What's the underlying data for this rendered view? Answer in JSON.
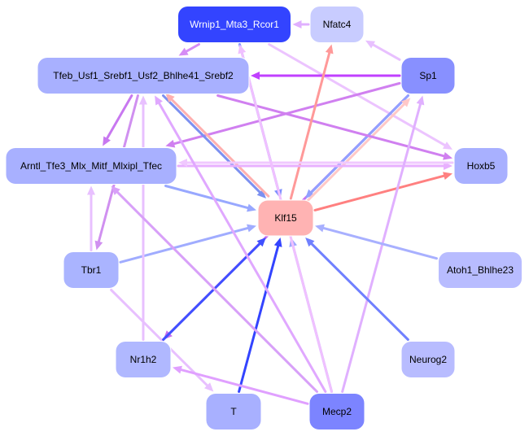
{
  "nodes": [
    {
      "id": "wrnip1",
      "label": "Wrnip1_Mta3_Rcor1",
      "fill": "#3344ff",
      "text": "#ffffff"
    },
    {
      "id": "nfatc4",
      "label": "Nfatc4",
      "fill": "#c8ccff",
      "text": "#000000"
    },
    {
      "id": "tfeb",
      "label": "Tfeb_Usf1_Srebf1_Usf2_Bhlhe41_Srebf2",
      "fill": "#a8b0ff",
      "text": "#000000"
    },
    {
      "id": "sp1",
      "label": "Sp1",
      "fill": "#8890ff",
      "text": "#000000"
    },
    {
      "id": "arntl",
      "label": "Arntl_Tfe3_Mlx_Mitf_Mlxipl_Tfec",
      "fill": "#a8b0ff",
      "text": "#000000"
    },
    {
      "id": "hoxb5",
      "label": "Hoxb5",
      "fill": "#a8b0ff",
      "text": "#000000"
    },
    {
      "id": "klf15",
      "label": "Klf15",
      "fill": "#ffb3b3",
      "text": "#000000"
    },
    {
      "id": "tbr1",
      "label": "Tbr1",
      "fill": "#aab4ff",
      "text": "#000000"
    },
    {
      "id": "atoh1",
      "label": "Atoh1_Bhlhe23",
      "fill": "#b8bcff",
      "text": "#000000"
    },
    {
      "id": "nr1h2",
      "label": "Nr1h2",
      "fill": "#b0b8ff",
      "text": "#000000"
    },
    {
      "id": "neurog2",
      "label": "Neurog2",
      "fill": "#b8bcff",
      "text": "#000000"
    },
    {
      "id": "t",
      "label": "T",
      "fill": "#a8b0ff",
      "text": "#000000"
    },
    {
      "id": "mecp2",
      "label": "Mecp2",
      "fill": "#7c84ff",
      "text": "#000000"
    }
  ],
  "edges": [
    {
      "from": "wrnip1",
      "to": "tfeb",
      "color": "#d58cf5"
    },
    {
      "from": "wrnip1",
      "to": "klf15",
      "color": "#8090ff"
    },
    {
      "from": "wrnip1",
      "to": "hoxb5",
      "color": "#ecc4ff"
    },
    {
      "from": "nfatc4",
      "to": "wrnip1",
      "color": "#e0b0ff"
    },
    {
      "from": "sp1",
      "to": "nfatc4",
      "color": "#e8c0ff"
    },
    {
      "from": "sp1",
      "to": "tfeb",
      "color": "#c040ff"
    },
    {
      "from": "sp1",
      "to": "arntl",
      "color": "#d080f0"
    },
    {
      "from": "sp1",
      "to": "nr1h2",
      "color": "#c870f0"
    },
    {
      "from": "sp1",
      "to": "klf15",
      "color": "#90a0ff"
    },
    {
      "from": "klf15",
      "to": "sp1",
      "color": "#ffc8c8"
    },
    {
      "from": "tfeb",
      "to": "arntl",
      "color": "#c878f0"
    },
    {
      "from": "tfeb",
      "to": "hoxb5",
      "color": "#d080f0"
    },
    {
      "from": "tfeb",
      "to": "klf15",
      "color": "#7c90f0"
    },
    {
      "from": "klf15",
      "to": "tfeb",
      "color": "#ffb0b0"
    },
    {
      "from": "tfeb",
      "to": "tbr1",
      "color": "#d090f0"
    },
    {
      "from": "klf15",
      "to": "nfatc4",
      "color": "#ff9999"
    },
    {
      "from": "klf15",
      "to": "hoxb5",
      "color": "#ff8080"
    },
    {
      "from": "arntl",
      "to": "hoxb5",
      "color": "#e8b0ff"
    },
    {
      "from": "hoxb5",
      "to": "arntl",
      "color": "#f0c8ff"
    },
    {
      "from": "arntl",
      "to": "klf15",
      "color": "#98a8ff"
    },
    {
      "from": "tbr1",
      "to": "arntl",
      "color": "#e8c0ff"
    },
    {
      "from": "tbr1",
      "to": "klf15",
      "color": "#a0acff"
    },
    {
      "from": "tbr1",
      "to": "t",
      "color": "#e8c0ff"
    },
    {
      "from": "nr1h2",
      "to": "klf15",
      "color": "#4050ff"
    },
    {
      "from": "nr1h2",
      "to": "tfeb",
      "color": "#e8c0ff"
    },
    {
      "from": "t",
      "to": "klf15",
      "color": "#3344ff"
    },
    {
      "from": "mecp2",
      "to": "klf15",
      "color": "#a0a8ff"
    },
    {
      "from": "mecp2",
      "to": "nr1h2",
      "color": "#e0a0ff"
    },
    {
      "from": "mecp2",
      "to": "arntl",
      "color": "#d8a0f8"
    },
    {
      "from": "mecp2",
      "to": "tfeb",
      "color": "#e0a8ff"
    },
    {
      "from": "mecp2",
      "to": "sp1",
      "color": "#e0b0ff"
    },
    {
      "from": "mecp2",
      "to": "wrnip1",
      "color": "#f0c0ff"
    },
    {
      "from": "neurog2",
      "to": "klf15",
      "color": "#7080ff"
    },
    {
      "from": "atoh1",
      "to": "klf15",
      "color": "#a8b0ff"
    }
  ]
}
